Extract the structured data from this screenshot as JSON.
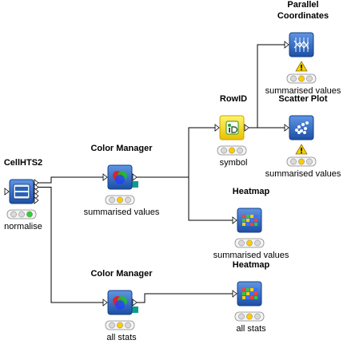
{
  "nodes": [
    {
      "id": "cellhts2",
      "title": [
        "CellHTS2"
      ],
      "label": "normalise",
      "status": "green",
      "icon": "cellhts-icon",
      "warning": false
    },
    {
      "id": "color-manager-1",
      "title": [
        "Color Manager"
      ],
      "label": "summarised values",
      "status": "yellow",
      "icon": "color-wheel-icon",
      "warning": false
    },
    {
      "id": "color-manager-2",
      "title": [
        "Color Manager"
      ],
      "label": "all stats",
      "status": "yellow",
      "icon": "color-wheel-icon",
      "warning": false
    },
    {
      "id": "rowid",
      "title": [
        "RowID"
      ],
      "label": "symbol",
      "status": "yellow",
      "icon": "id-icon",
      "warning": false
    },
    {
      "id": "heatmap-1",
      "title": [
        "Heatmap"
      ],
      "label": "summarised values",
      "status": "yellow",
      "icon": "heatmap-icon",
      "warning": false
    },
    {
      "id": "heatmap-2",
      "title": [
        "Heatmap"
      ],
      "label": "all stats",
      "status": "yellow",
      "icon": "heatmap-icon",
      "warning": false
    },
    {
      "id": "parallel-coordinates",
      "title": [
        "Parallel",
        "Coordinates"
      ],
      "label": "summarised values",
      "status": "yellow",
      "icon": "parallel-coordinates-icon",
      "warning": true
    },
    {
      "id": "scatter-plot",
      "title": [
        "Scatter Plot"
      ],
      "label": "summarised values",
      "status": "yellow",
      "icon": "scatter-plot-icon",
      "warning": true
    }
  ],
  "edges": [
    {
      "from": "cellhts2",
      "to": "color-manager-1"
    },
    {
      "from": "cellhts2",
      "to": "color-manager-2"
    },
    {
      "from": "color-manager-1",
      "to": "rowid"
    },
    {
      "from": "color-manager-1",
      "to": "heatmap-1"
    },
    {
      "from": "color-manager-2",
      "to": "heatmap-2"
    },
    {
      "from": "rowid",
      "to": "parallel-coordinates"
    },
    {
      "from": "rowid",
      "to": "scatter-plot"
    }
  ],
  "colors": {
    "edge": "#000000",
    "node_blue": "#2a62b8",
    "node_blue_dark": "#123f86",
    "node_yellow": "#f2d400",
    "node_yellow_dark": "#c8a400",
    "light_green": "#2fd12f",
    "light_yellow": "#ffcc00",
    "light_off": "#d9d9d9",
    "warning": "#f5d000",
    "model_port": "#0f9c8f"
  }
}
